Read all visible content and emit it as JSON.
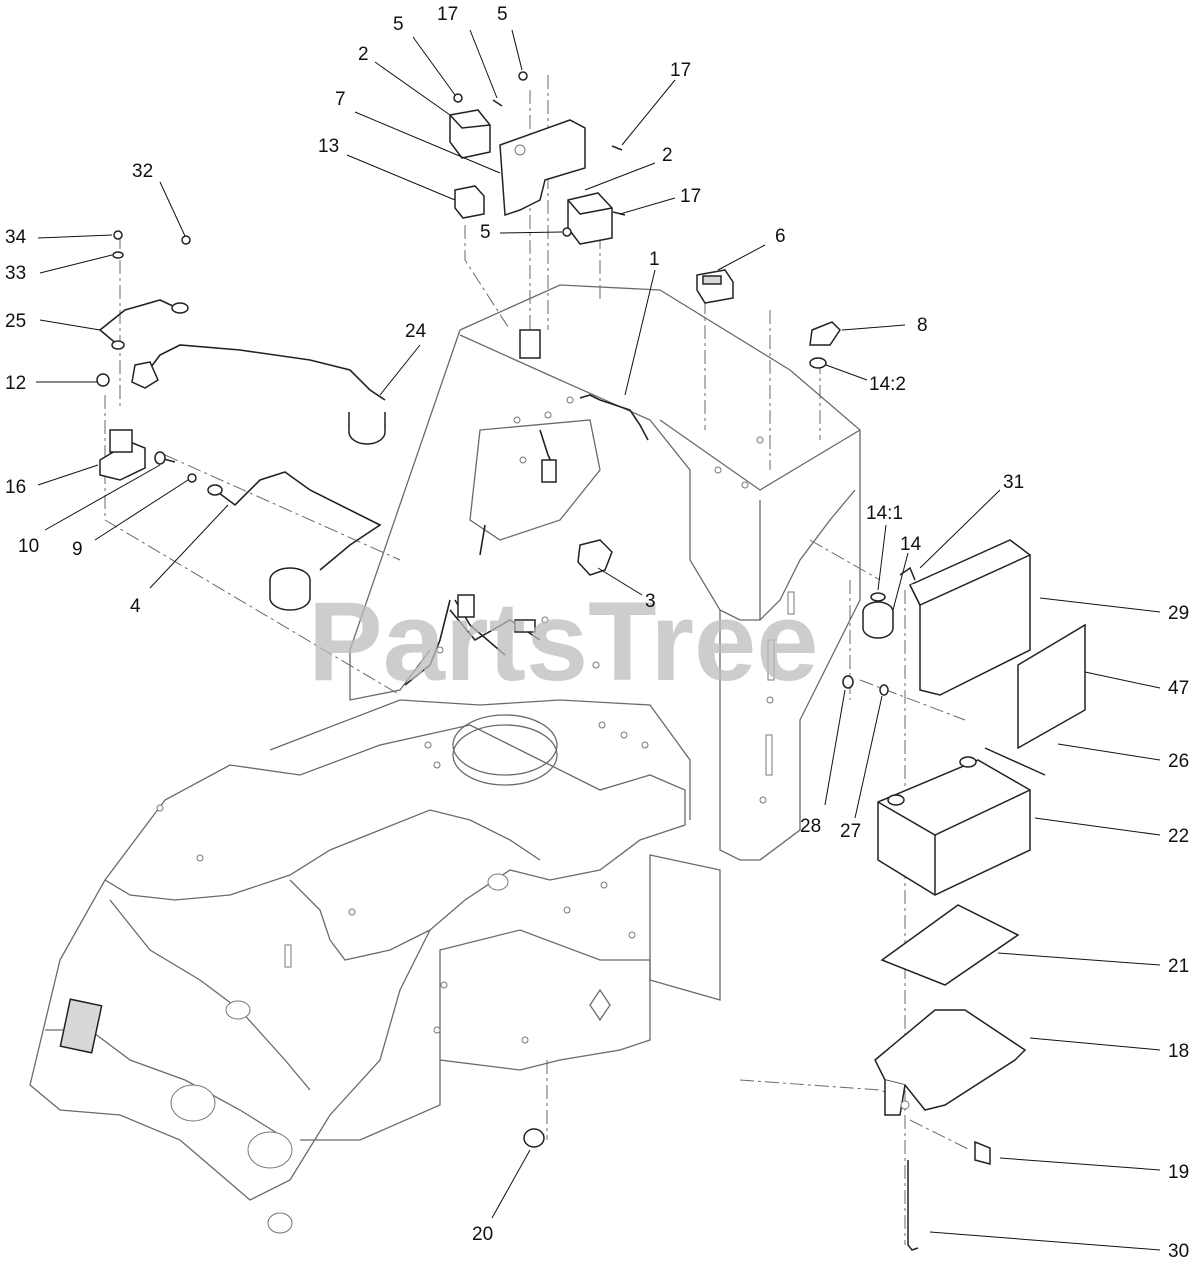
{
  "watermark": "PartsTree",
  "callouts": [
    {
      "id": "c5a",
      "label": "5"
    },
    {
      "id": "c17a",
      "label": "17"
    },
    {
      "id": "c5b",
      "label": "5"
    },
    {
      "id": "c17b",
      "label": "17"
    },
    {
      "id": "c2a",
      "label": "2"
    },
    {
      "id": "c7",
      "label": "7"
    },
    {
      "id": "c13",
      "label": "13"
    },
    {
      "id": "c2b",
      "label": "2"
    },
    {
      "id": "c17c",
      "label": "17"
    },
    {
      "id": "c32",
      "label": "32"
    },
    {
      "id": "c34",
      "label": "34"
    },
    {
      "id": "c33",
      "label": "33"
    },
    {
      "id": "c25",
      "label": "25"
    },
    {
      "id": "c5c",
      "label": "5"
    },
    {
      "id": "c6",
      "label": "6"
    },
    {
      "id": "c1",
      "label": "1"
    },
    {
      "id": "c24",
      "label": "24"
    },
    {
      "id": "c8",
      "label": "8"
    },
    {
      "id": "c12",
      "label": "12"
    },
    {
      "id": "c14_2",
      "label": "14:2"
    },
    {
      "id": "c16",
      "label": "16"
    },
    {
      "id": "c10",
      "label": "10"
    },
    {
      "id": "c9",
      "label": "9"
    },
    {
      "id": "c4",
      "label": "4"
    },
    {
      "id": "c31",
      "label": "31"
    },
    {
      "id": "c14_1",
      "label": "14:1"
    },
    {
      "id": "c14",
      "label": "14"
    },
    {
      "id": "c3",
      "label": "3"
    },
    {
      "id": "c29",
      "label": "29"
    },
    {
      "id": "c47",
      "label": "47"
    },
    {
      "id": "c26",
      "label": "26"
    },
    {
      "id": "c28",
      "label": "28"
    },
    {
      "id": "c27",
      "label": "27"
    },
    {
      "id": "c22",
      "label": "22"
    },
    {
      "id": "c21",
      "label": "21"
    },
    {
      "id": "c18",
      "label": "18"
    },
    {
      "id": "c19",
      "label": "19"
    },
    {
      "id": "c20",
      "label": "20"
    },
    {
      "id": "c30",
      "label": "30"
    }
  ]
}
